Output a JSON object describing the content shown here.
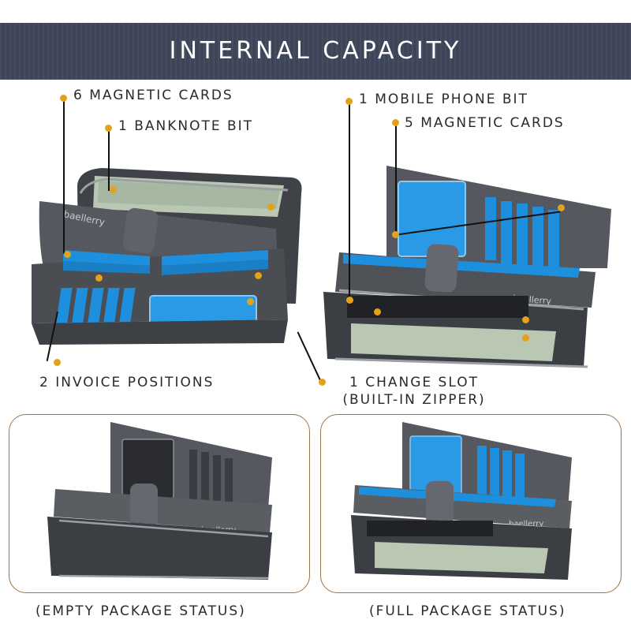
{
  "banner": {
    "title": "INTERNAL CAPACITY"
  },
  "labels": {
    "magnetic_cards_left": "6 MAGNETIC CARDS",
    "banknote_bit": "1 BANKNOTE BIT",
    "mobile_phone_bit": "1 MOBILE PHONE BIT",
    "magnetic_cards_right": "5 MAGNETIC CARDS",
    "invoice_positions": "2 INVOICE POSITIONS",
    "change_slot_line1": "1 CHANGE SLOT",
    "change_slot_line2": "(BUILT-IN ZIPPER)"
  },
  "captions": {
    "empty": "(EMPTY PACKAGE STATUS)",
    "full": "(FULL PACKAGE STATUS)"
  },
  "brand": {
    "logo_text": "baellerry"
  },
  "colors": {
    "banner": "#3e4558",
    "dot": "#e5a11a",
    "panel_border": "#a0734a",
    "leather": "#4a4d52",
    "card_slot_blue": "#1e8fdd"
  }
}
